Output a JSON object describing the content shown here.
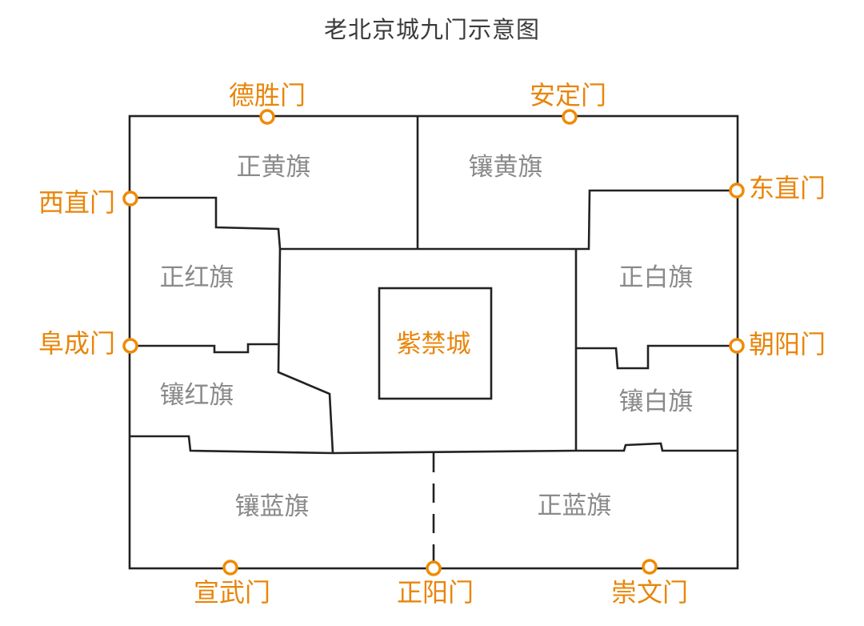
{
  "title": "老北京城九门示意图",
  "center": "紫禁城",
  "banners": {
    "zheng_huang": "正黄旗",
    "xiang_huang": "镶黄旗",
    "zheng_hong": "正红旗",
    "xiang_hong": "镶红旗",
    "zheng_bai": "正白旗",
    "xiang_bai": "镶白旗",
    "xiang_lan": "镶蓝旗",
    "zheng_lan": "正蓝旗"
  },
  "gates": {
    "deshengmen": "德胜门",
    "andingmen": "安定门",
    "xizhimen": "西直门",
    "dongzhimen": "东直门",
    "fuchengmen": "阜成门",
    "chaoyangmen": "朝阳门",
    "xuanwumen": "宣武门",
    "zhengyangmen": "正阳门",
    "chongwenmen": "崇文门"
  },
  "colors": {
    "gate": "#f08a00",
    "banner_text": "#8a8a8a",
    "wall": "#222222"
  }
}
